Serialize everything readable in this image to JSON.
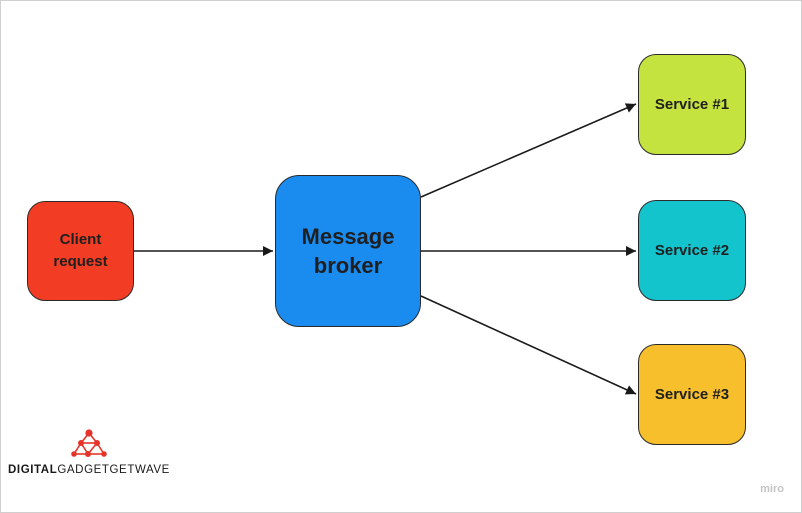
{
  "diagram": {
    "nodes": {
      "client": {
        "line1": "Client",
        "line2": "request",
        "color": "#f23d24"
      },
      "broker": {
        "line1": "Message",
        "line2": "broker",
        "color": "#1a8cf0"
      },
      "service1": {
        "label": "Service #1",
        "color": "#c4e33e"
      },
      "service2": {
        "label": "Service #2",
        "color": "#14c4cd"
      },
      "service3": {
        "label": "Service #3",
        "color": "#f7bf2c"
      }
    }
  },
  "watermark": {
    "brand_bold": "DIGITAL",
    "brand_light": "GADGETGETWAVE",
    "logo_color": "#e63329",
    "miro": "miro"
  }
}
